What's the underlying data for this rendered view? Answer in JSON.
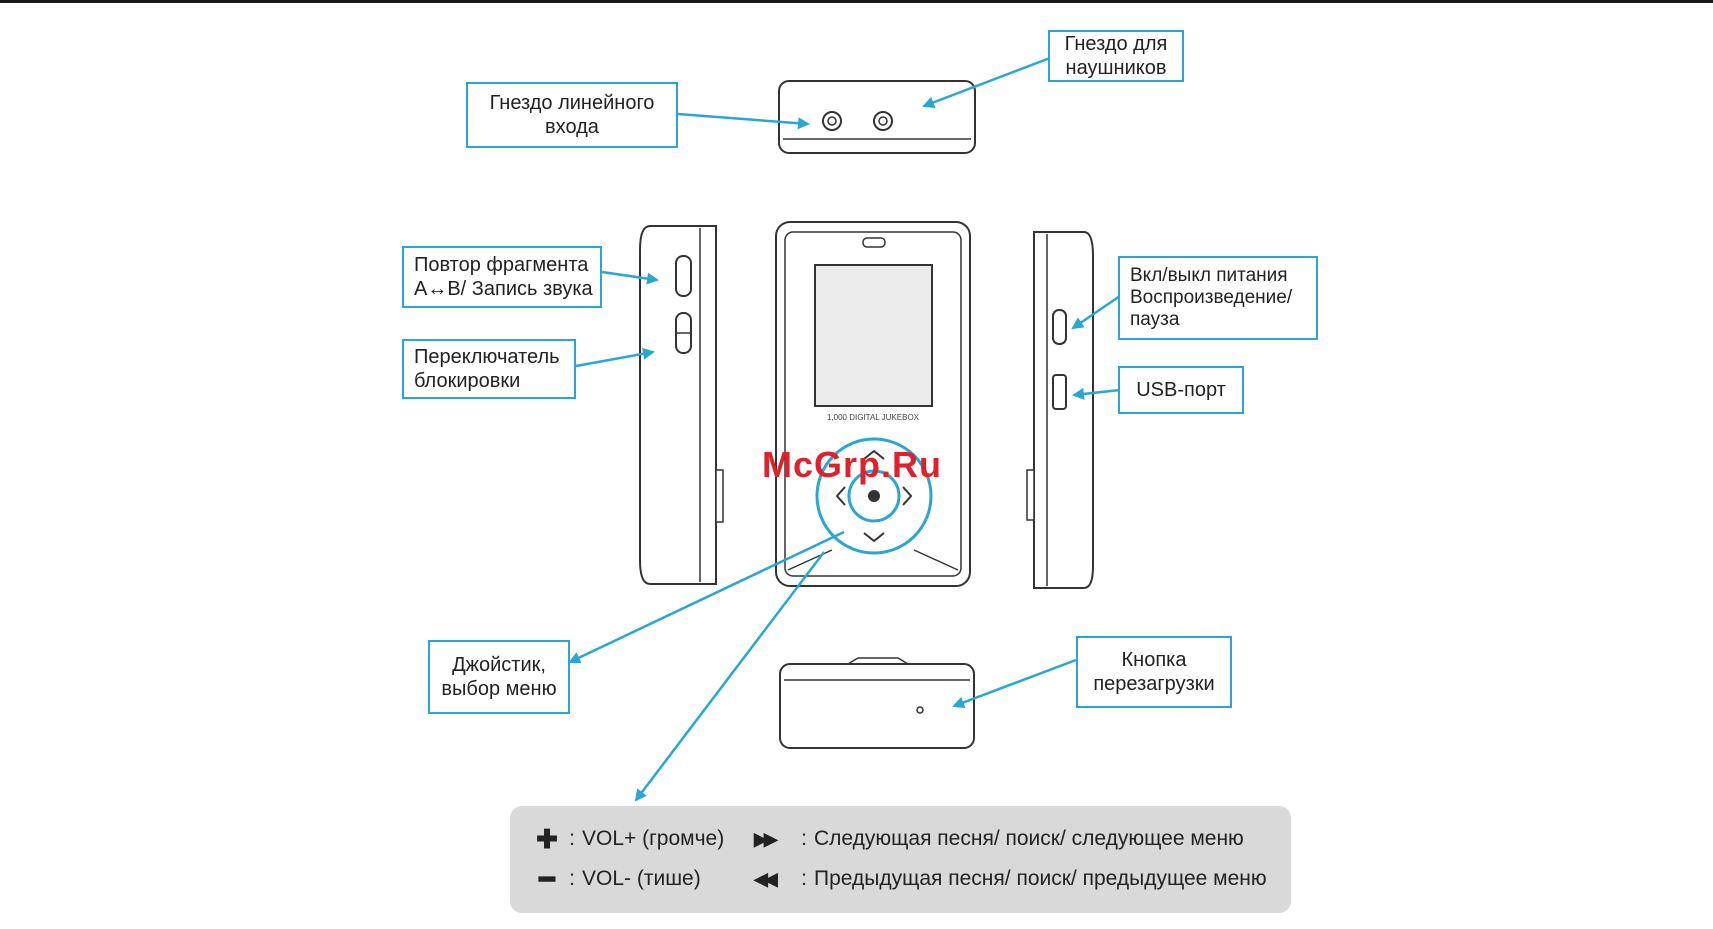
{
  "labels": {
    "headphone_jack": [
      "Гнездо для",
      "наушников"
    ],
    "line_in_jack": [
      "Гнездо линейного",
      "входа"
    ],
    "ab_repeat": [
      "Повтор фрагмента",
      "A↔B/ Запись звука"
    ],
    "lock_switch": [
      "Переключатель",
      "блокировки"
    ],
    "power_play": [
      "Вкл/выкл питания",
      "Воспроизведение/",
      "пауза"
    ],
    "usb_port": [
      "USB-порт"
    ],
    "joystick": [
      "Джойстик,",
      "выбор меню"
    ],
    "reset_button": [
      "Кнопка",
      "перезагрузки"
    ]
  },
  "device": {
    "screen_caption": "1,000 DIGITAL JUKEBOX"
  },
  "watermark": "McGrp.Ru",
  "legend": {
    "vol_up_symbol": "✚",
    "vol_up_text": "VOL+ (громче)",
    "vol_down_symbol": "━",
    "vol_down_text": "VOL- (тише)",
    "next_symbol": "▶▶",
    "next_text": "Следующая песня/ поиск/ следующее меню",
    "prev_symbol": "◀◀",
    "prev_text": "Предыдущая песня/ поиск/ предыдущее меню",
    "colon": ":"
  },
  "colors": {
    "accent": "#2aa6d2",
    "watermark": "#e0202a",
    "legend_bg": "#d9d9d9"
  }
}
